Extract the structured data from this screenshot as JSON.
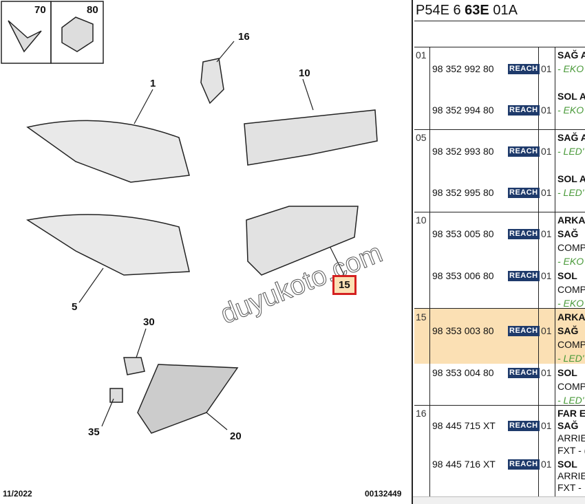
{
  "diagram": {
    "callouts": [
      "70",
      "80",
      "16",
      "1",
      "10",
      "5",
      "15",
      "30",
      "35",
      "20"
    ],
    "highlighted_callout": "15",
    "date": "11/2022",
    "drawing_number": "00132449",
    "watermark": "duyukoto.com"
  },
  "panel": {
    "title_prefix": "P54E 6 ",
    "title_bold": "63E",
    "title_suffix": " 01A",
    "reach_label": "REACH",
    "groups": [
      {
        "ref": "01",
        "parts": [
          {
            "number": "98 352 992 80",
            "qty": "01",
            "desc": [
              "SAĞ A",
              "- EKO"
            ]
          },
          {
            "number": "98 352 994 80",
            "qty": "01",
            "desc": [
              "SOL A",
              "- EKO"
            ]
          }
        ]
      },
      {
        "ref": "05",
        "parts": [
          {
            "number": "98 352 993 80",
            "qty": "01",
            "desc": [
              "SAĞ A",
              "- LED'"
            ]
          },
          {
            "number": "98 352 995 80",
            "qty": "01",
            "desc": [
              "SOL A",
              "- LED'"
            ]
          }
        ]
      },
      {
        "ref": "10",
        "header": "ARKA",
        "parts": [
          {
            "number": "98 353 005 80",
            "qty": "01",
            "desc": [
              "SAĞ",
              "COMP",
              "- EKO"
            ]
          },
          {
            "number": "98 353 006 80",
            "qty": "01",
            "desc": [
              "SOL",
              "COMP",
              "- EKO"
            ]
          }
        ]
      },
      {
        "ref": "15",
        "header": "ARKA",
        "parts": [
          {
            "number": "98 353 003 80",
            "qty": "01",
            "desc": [
              "SAĞ",
              "COMP",
              "- LED'"
            ]
          },
          {
            "number": "98 353 004 80",
            "qty": "01",
            "desc": [
              "SOL",
              "COMP",
              "- LED'"
            ]
          }
        ]
      },
      {
        "ref": "16",
        "header": "FAR E",
        "parts": [
          {
            "number": "98 445 715 XT",
            "qty": "01",
            "desc": [
              "SAĞ",
              "ARRIE",
              "FXT - ("
            ]
          },
          {
            "number": "98 445 716 XT",
            "qty": "01",
            "desc": [
              "SOL",
              "ARRIE",
              "FXT -"
            ]
          }
        ]
      }
    ]
  },
  "colors": {
    "highlight": "#fbe0b4",
    "reach_badge": "#1e3a6b",
    "green_note": "#4a9a3a",
    "callout_box": "#d42020"
  }
}
